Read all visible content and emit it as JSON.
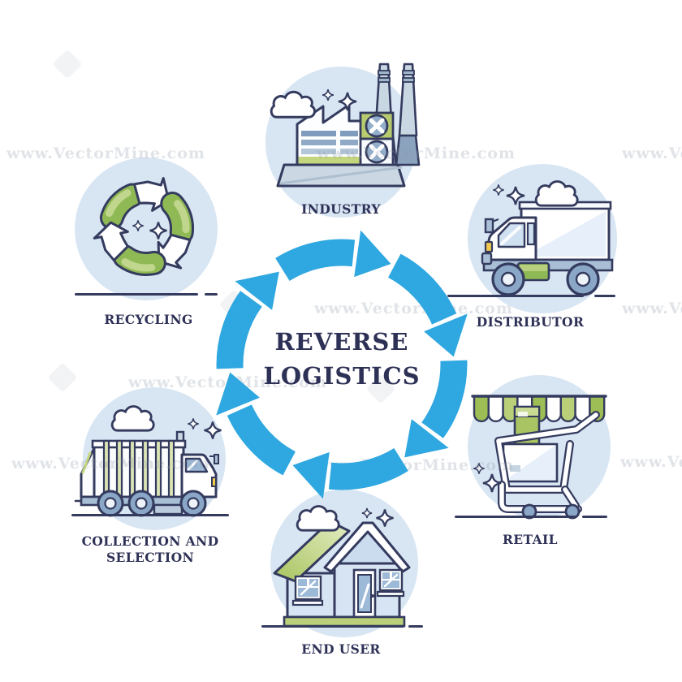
{
  "title": {
    "line1": "REVERSE",
    "line2": "LOGISTICS"
  },
  "stages": [
    {
      "id": "industry",
      "label": "INDUSTRY"
    },
    {
      "id": "distributor",
      "label": "DISTRIBUTOR"
    },
    {
      "id": "retail",
      "label": "RETAIL"
    },
    {
      "id": "end-user",
      "label": "END USER"
    },
    {
      "id": "collection-and-selection",
      "label": "COLLECTION AND",
      "label2": "SELECTION"
    },
    {
      "id": "recycling",
      "label": "RECYCLING"
    }
  ],
  "watermark": {
    "text": "www.VectorMine.com"
  },
  "icons": [
    "factory-icon",
    "box-truck-icon",
    "shop-cart-awning-icon",
    "house-icon",
    "garbage-truck-icon",
    "recycle-arrows-icon",
    "cloud-icon",
    "sparkle-icon"
  ],
  "colors": {
    "outline": "#343B5E",
    "text": "#2E3156",
    "arrow": "#2FA7E0",
    "circle_bg": "#D8E5F3",
    "green": "#8FB954",
    "green_light": "#C0D68C",
    "blue_gray": "#8BA7C7",
    "steel": "#C9D7E3",
    "pane": "#9DB9D8",
    "yellow": "#F2C94E"
  }
}
